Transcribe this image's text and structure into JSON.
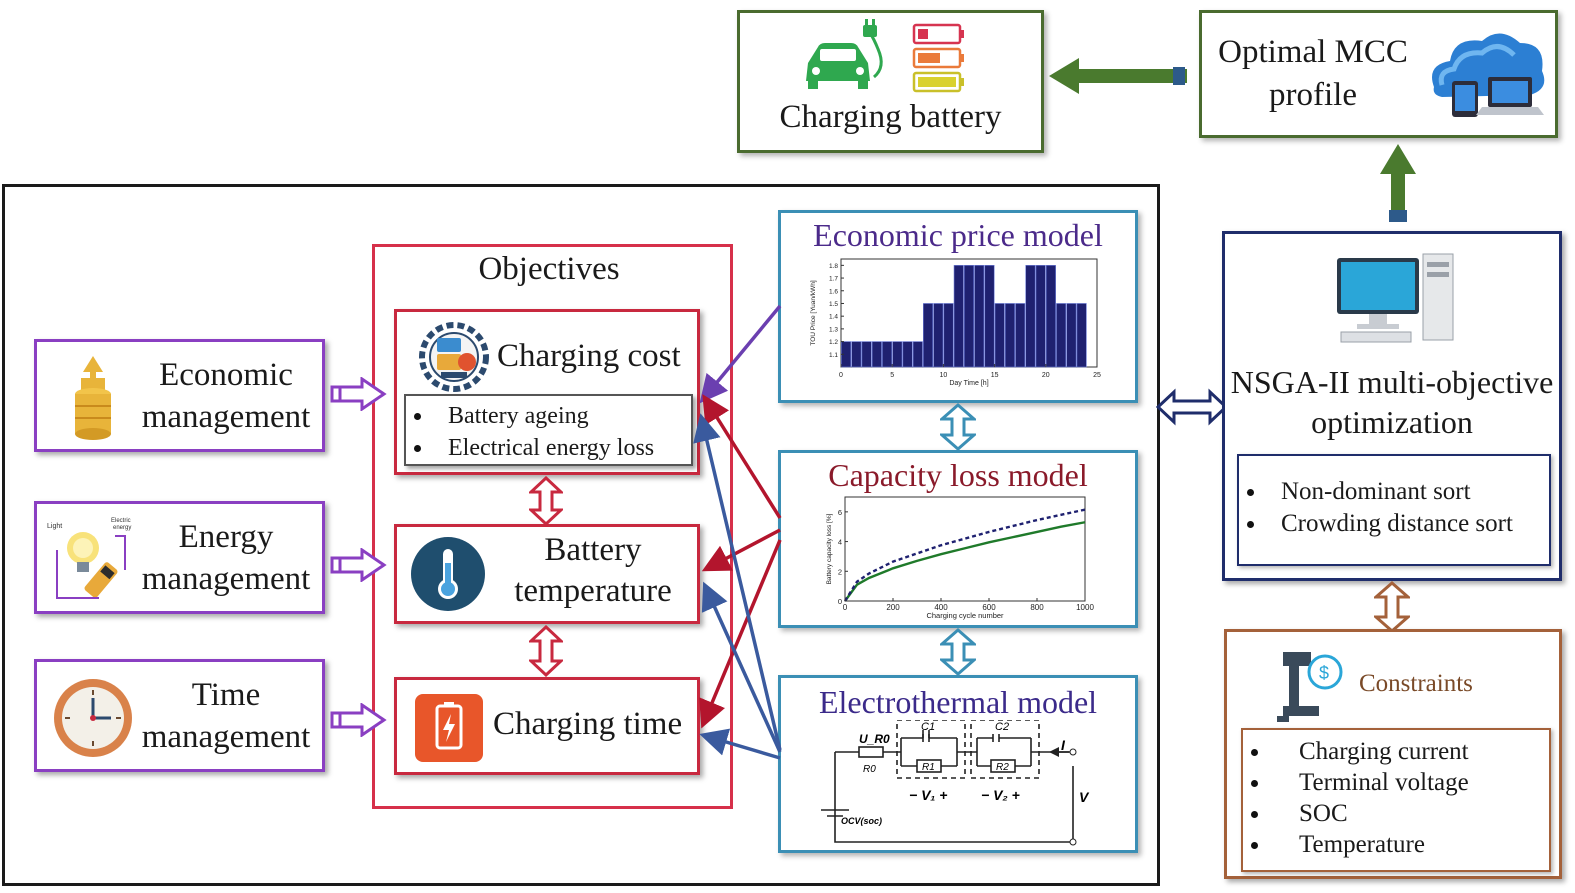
{
  "charging_battery": {
    "label": "Charging battery"
  },
  "optimal_profile": {
    "label": "Optimal MCC profile"
  },
  "objectives": {
    "title": "Objectives",
    "charging_cost": "Charging cost",
    "factors": [
      "Battery ageing",
      "Electrical energy loss"
    ],
    "battery_temperature": "Battery temperature",
    "charging_time": "Charging time"
  },
  "management": {
    "economic": "Economic management",
    "energy": "Energy management",
    "time": "Time management"
  },
  "models": {
    "economic_price": "Economic price model",
    "capacity_loss": "Capacity loss model",
    "electrothermal": "Electrothermal model"
  },
  "nsga": {
    "title": "NSGA-II multi-objective optimization",
    "items": [
      "Non-dominant sort",
      "Crowding distance sort"
    ]
  },
  "constraints": {
    "title": "Constraints",
    "items": [
      "Charging current",
      "Terminal voltage",
      "SOC",
      "Temperature"
    ]
  },
  "price_chart": {
    "ylabel": "TOU Price [Yuan/kWh]",
    "xlabel": "Day Time [h]",
    "xticks": [
      "0",
      "5",
      "10",
      "15",
      "20",
      "25"
    ],
    "yticks": [
      "1.1",
      "1.2",
      "1.3",
      "1.4",
      "1.5",
      "1.6",
      "1.7",
      "1.8"
    ],
    "hours": [
      0,
      1,
      2,
      3,
      4,
      5,
      6,
      7,
      8,
      9,
      10,
      11,
      12,
      13,
      14,
      15,
      16,
      17,
      18,
      19,
      20,
      21,
      22,
      23
    ],
    "values": [
      1.2,
      1.2,
      1.2,
      1.2,
      1.2,
      1.2,
      1.2,
      1.2,
      1.5,
      1.5,
      1.5,
      1.8,
      1.8,
      1.8,
      1.8,
      1.5,
      1.5,
      1.5,
      1.8,
      1.8,
      1.8,
      1.5,
      1.5,
      1.5
    ],
    "xlim": [
      0,
      25
    ],
    "ylim": [
      1.0,
      1.85
    ]
  },
  "loss_chart": {
    "ylabel": "Battery capacity loss [%]",
    "xlabel": "Charging cycle number",
    "xticks": [
      "0",
      "200",
      "400",
      "600",
      "800",
      "1000"
    ],
    "yticks": [
      "0",
      "2",
      "4",
      "6"
    ],
    "x": [
      0,
      50,
      100,
      200,
      300,
      400,
      500,
      600,
      700,
      800,
      900,
      1000
    ],
    "series_dashed": [
      0,
      1.3,
      1.85,
      2.65,
      3.2,
      3.75,
      4.2,
      4.65,
      5.05,
      5.45,
      5.8,
      6.15
    ],
    "series_solid": [
      0,
      1.1,
      1.55,
      2.2,
      2.7,
      3.15,
      3.55,
      3.95,
      4.3,
      4.65,
      5.0,
      5.3
    ],
    "xlim": [
      0,
      1000
    ],
    "ylim": [
      0,
      7
    ]
  },
  "circuit": {
    "labels": {
      "u_r0": "U_R0",
      "r0": "R0",
      "c1": "C1",
      "c2": "C2",
      "r1": "R1",
      "r2": "R2",
      "v1": "− V₁ +",
      "v2": "− V₂ +",
      "i": "I",
      "v": "V",
      "ocv": "OCV(soc)"
    }
  },
  "colors": {
    "management": "#8a3fc2",
    "objective": "#c8293f",
    "model": "#3b8fb5",
    "nsga": "#1f2d6b",
    "constraint": "#a4613a",
    "green": "#4a7a2e",
    "red_arrow": "#b3152d",
    "blue_arrow": "#3a5a9e",
    "purple_arrow": "#6b3fb0"
  }
}
